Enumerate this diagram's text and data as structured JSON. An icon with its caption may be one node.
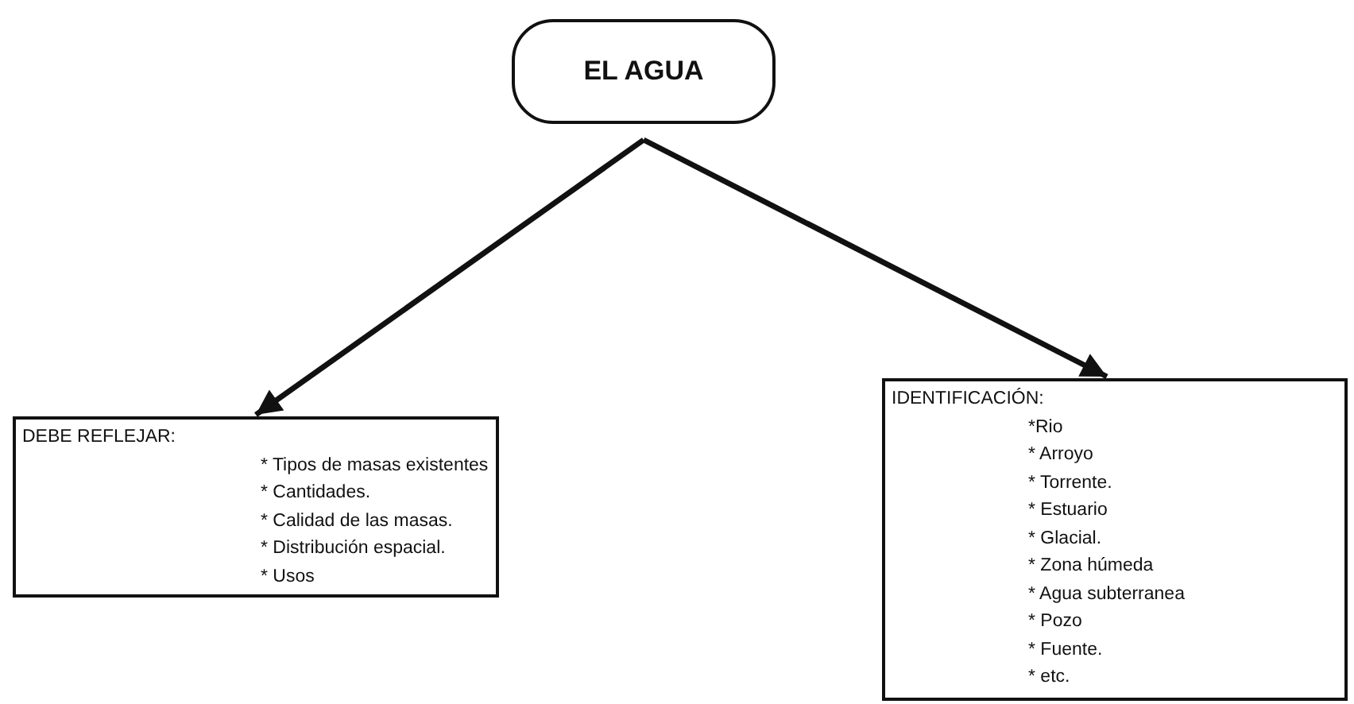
{
  "diagram": {
    "nodes": [
      {
        "text": [
          "EL AGUA"
        ]
      },
      {
        "text": [
          "DEBE REFLEJAR:",
          "* Tipos de masas existentes",
          "* Cantidades.",
          "* Calidad de las masas.",
          "* Distribución espacial.",
          "* Usos"
        ]
      },
      {
        "text": [
          "IDENTIFICACIÓN:",
          "*Rio",
          "* Arroyo",
          "* Torrente.",
          "* Estuario",
          "* Glacial.",
          "* Zona húmeda",
          "* Agua subterranea",
          "* Pozo",
          "* Fuente.",
          "* etc."
        ]
      }
    ],
    "edges": [
      {
        "from": 0,
        "to": 1,
        "arrow": "to"
      },
      {
        "from": 0,
        "to": 2,
        "arrow": "to"
      }
    ]
  }
}
